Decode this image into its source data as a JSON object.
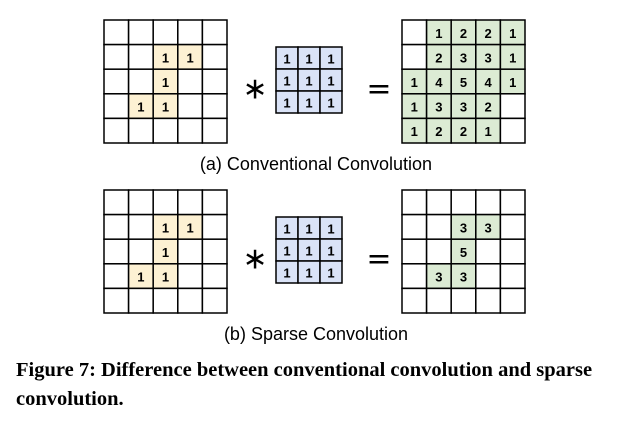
{
  "colors": {
    "input_cell": "#fdf1d3",
    "kernel_cell": "#dae3f7",
    "output_cell": "#dcebd4",
    "empty_cell": "#ffffff"
  },
  "operators": {
    "multiply": "∗",
    "equals": "="
  },
  "panels": [
    {
      "id": "conventional",
      "label": "(a) Conventional Convolution",
      "input": [
        [
          "",
          "",
          "",
          "",
          ""
        ],
        [
          "",
          "",
          "1",
          "1",
          ""
        ],
        [
          "",
          "",
          "1",
          "",
          ""
        ],
        [
          "",
          "1",
          "1",
          "",
          ""
        ],
        [
          "",
          "",
          "",
          "",
          ""
        ]
      ],
      "kernel": [
        [
          "1",
          "1",
          "1"
        ],
        [
          "1",
          "1",
          "1"
        ],
        [
          "1",
          "1",
          "1"
        ]
      ],
      "output": [
        [
          "",
          "1",
          "2",
          "2",
          "1"
        ],
        [
          "",
          "2",
          "3",
          "3",
          "1"
        ],
        [
          "1",
          "4",
          "5",
          "4",
          "1"
        ],
        [
          "1",
          "3",
          "3",
          "2",
          ""
        ],
        [
          "1",
          "2",
          "2",
          "1",
          ""
        ]
      ]
    },
    {
      "id": "sparse",
      "label": "(b) Sparse Convolution",
      "input": [
        [
          "",
          "",
          "",
          "",
          ""
        ],
        [
          "",
          "",
          "1",
          "1",
          ""
        ],
        [
          "",
          "",
          "1",
          "",
          ""
        ],
        [
          "",
          "1",
          "1",
          "",
          ""
        ],
        [
          "",
          "",
          "",
          "",
          ""
        ]
      ],
      "kernel": [
        [
          "1",
          "1",
          "1"
        ],
        [
          "1",
          "1",
          "1"
        ],
        [
          "1",
          "1",
          "1"
        ]
      ],
      "output": [
        [
          "",
          "",
          "",
          "",
          ""
        ],
        [
          "",
          "",
          "3",
          "3",
          ""
        ],
        [
          "",
          "",
          "5",
          "",
          ""
        ],
        [
          "",
          "3",
          "3",
          "",
          ""
        ],
        [
          "",
          "",
          "",
          "",
          ""
        ]
      ]
    }
  ],
  "caption": "Figure 7: Difference between conventional convolution and sparse convolution."
}
